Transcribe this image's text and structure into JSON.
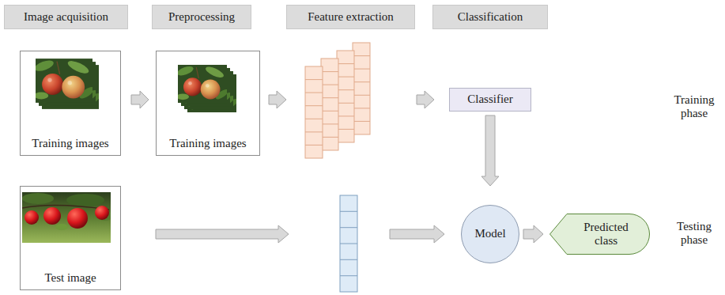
{
  "diagram": {
    "nodes": [
      {
        "text": [
          "Image acquisition"
        ]
      },
      {
        "text": [
          "Preprocessing"
        ]
      },
      {
        "text": [
          "Feature extraction"
        ]
      },
      {
        "text": [
          "Classification"
        ]
      },
      {
        "text": [
          "Training images"
        ]
      },
      {
        "text": [
          "Training images"
        ]
      },
      {
        "text": [
          "Classifier"
        ]
      },
      {
        "text": [
          "Test image"
        ]
      },
      {
        "text": [
          "Model"
        ]
      },
      {
        "text": [
          "Predicted class"
        ]
      }
    ],
    "edges": [
      {
        "from": 4,
        "to": 5,
        "arrow": "to"
      },
      {
        "from": 6,
        "to": 8,
        "arrow": "to"
      },
      {
        "from": 8,
        "to": 9,
        "arrow": "to"
      }
    ],
    "labels": [
      "Training phase",
      "Testing phase"
    ]
  }
}
